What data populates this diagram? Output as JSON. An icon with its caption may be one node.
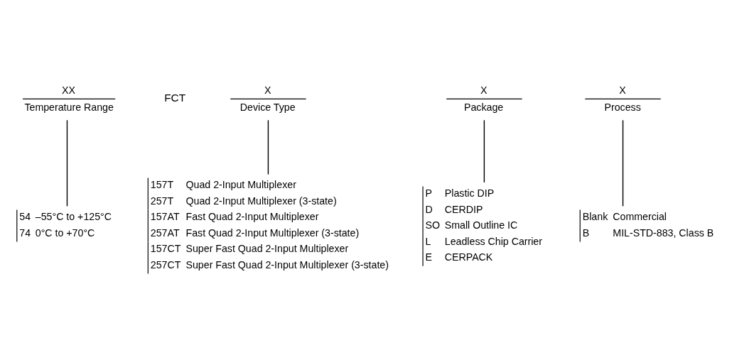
{
  "diagram": {
    "nodes": [
      {
        "text": [
          "XX",
          "Temperature Range"
        ]
      },
      {
        "text": [
          "X",
          "Device Type"
        ]
      },
      {
        "text": [
          "X",
          "Package"
        ]
      },
      {
        "text": [
          "X",
          "Process"
        ]
      },
      {
        "text": [
          "Blank",
          "Commercial",
          "B",
          "MIL-STD-883, Class B"
        ]
      },
      {
        "text": [
          "P",
          "Plastic DIP",
          "D",
          "CERDIP",
          "SO",
          "Small Outline IC",
          "L",
          "Leadless Chip Carrier",
          "E",
          "CERPACK"
        ]
      },
      {
        "text": [
          "157T",
          "Quad 2-Input Multiplexer",
          "257T",
          "Quad 2-Input Multiplexer (3-state)",
          "157AT",
          "Fast Quad 2-Input Multiplexer",
          "257AT",
          "Fast Quad 2-Input Multiplexer (3-state)",
          "157CT",
          "Super Fast Quad 2-Input Multiplexer",
          "257CT",
          "Super Fast Quad 2-Input Multiplexer (3-state)"
        ]
      },
      {
        "text": [
          "54",
          "–55°C to +125°C",
          "74",
          "0°C to +70°C"
        ]
      }
    ],
    "edges": [
      {
        "from": 3,
        "to": 4,
        "arrow": "none"
      },
      {
        "from": 2,
        "to": 5,
        "arrow": "none"
      },
      {
        "from": 1,
        "to": 6,
        "arrow": "none"
      },
      {
        "from": 0,
        "to": 7,
        "arrow": "none"
      }
    ],
    "labels": [
      "FCT"
    ]
  }
}
